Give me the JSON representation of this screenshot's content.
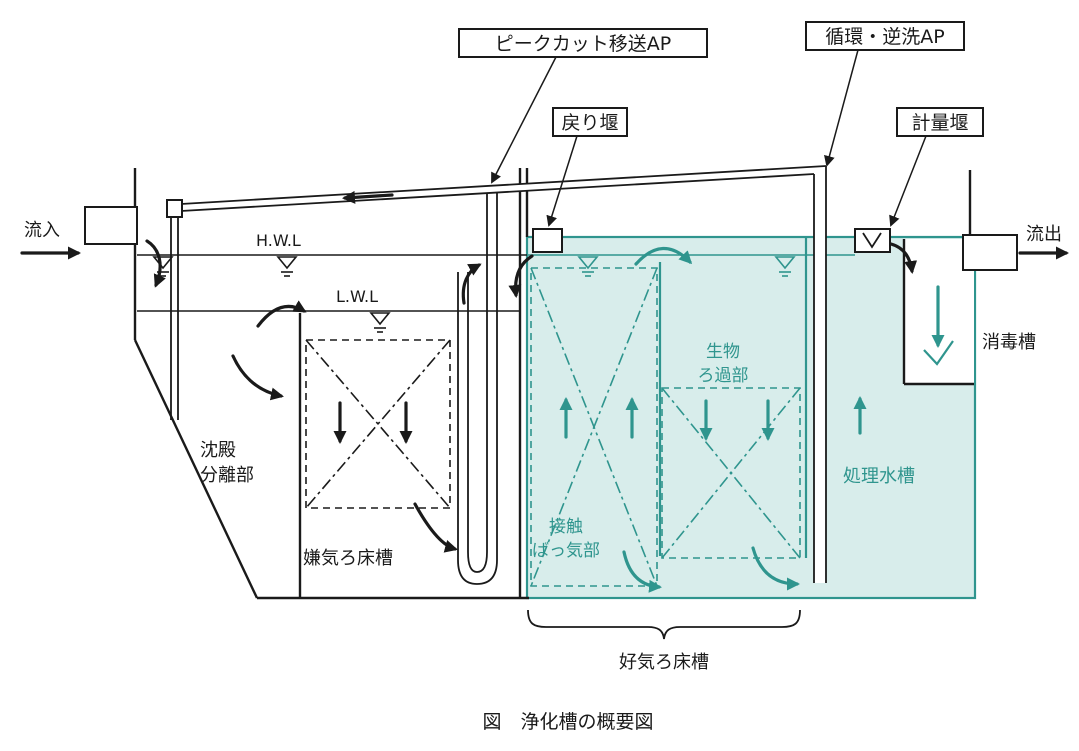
{
  "figure": {
    "caption": "図　浄化槽の概要図"
  },
  "callouts": {
    "peak_cut_ap": "ピークカット移送AP",
    "circulation_backwash_ap": "循環・逆洗AP",
    "return_weir": "戻り堰",
    "measuring_weir": "計量堰"
  },
  "flow_labels": {
    "inflow": "流入",
    "outflow": "流出"
  },
  "water_levels": {
    "high": "H.W.L",
    "low": "L.W.L"
  },
  "compartments": {
    "sedimentation_line1": "沈殿",
    "sedimentation_line2": "分離部",
    "anaerobic_filter": "嫌気ろ床槽",
    "contact_aeration_line1": "接触",
    "contact_aeration_line2": "ばっ気部",
    "biological_filtration_line1": "生物",
    "biological_filtration_line2": "ろ過部",
    "treated_water": "処理水槽",
    "disinfection": "消毒槽",
    "aerobic_filter": "好気ろ床槽"
  },
  "colors": {
    "line": "#1a1a1a",
    "teal": "#2f958e",
    "teal_fill": "#d8edeb",
    "background": "#ffffff"
  }
}
